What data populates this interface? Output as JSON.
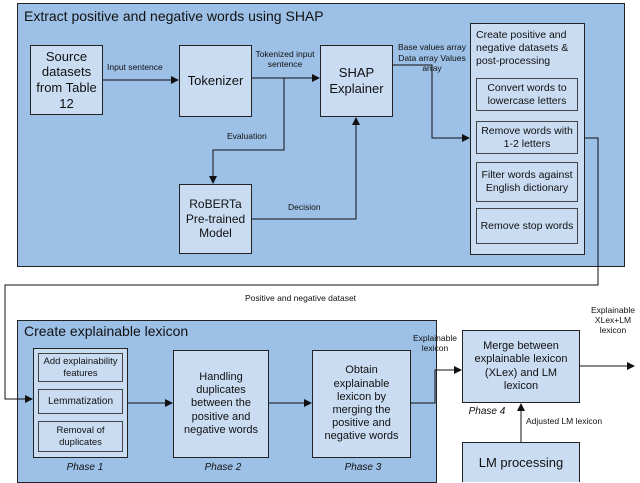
{
  "top_panel": {
    "title": "Extract positive and negative words using SHAP",
    "source_box": "Source datasets from Table 12",
    "tokenizer_box": "Tokenizer",
    "shap_box": "SHAP Explainer",
    "roberta_box": "RoBERTa Pre-trained Model",
    "postproc": {
      "title": "Create positive and negative datasets & post-processing",
      "steps": [
        "Convert words to lowercase letters",
        "Remove words with 1-2 letters",
        "Filter words against English dictionary",
        "Remove stop words"
      ]
    }
  },
  "edge_labels": {
    "input_sentence": "Input sentence",
    "tokenized": "Tokenized input sentence",
    "shap_outputs": "Base values array Data array Values array",
    "evaluation": "Evaluation",
    "decision": "Decision",
    "pos_neg_dataset": "Positive and negative dataset",
    "explainable_lexicon": "Explainable lexicon",
    "adjusted_lm": "Adjusted LM lexicon",
    "final_output": "Explainable XLex+LM lexicon"
  },
  "bottom_panel": {
    "title": "Create explainable lexicon",
    "phase1_steps": [
      "Add explainability features",
      "Lemmatization",
      "Removal of duplicates"
    ],
    "phase2_box": "Handling duplicates between the positive and negative words",
    "phase3_box": "Obtain explainable lexicon by merging the positive and negative words",
    "phases": [
      "Phase 1",
      "Phase 2",
      "Phase 3"
    ]
  },
  "merge_box": "Merge between explainable lexicon (XLex) and LM lexicon",
  "phase4": "Phase 4",
  "lm_box": "LM processing"
}
